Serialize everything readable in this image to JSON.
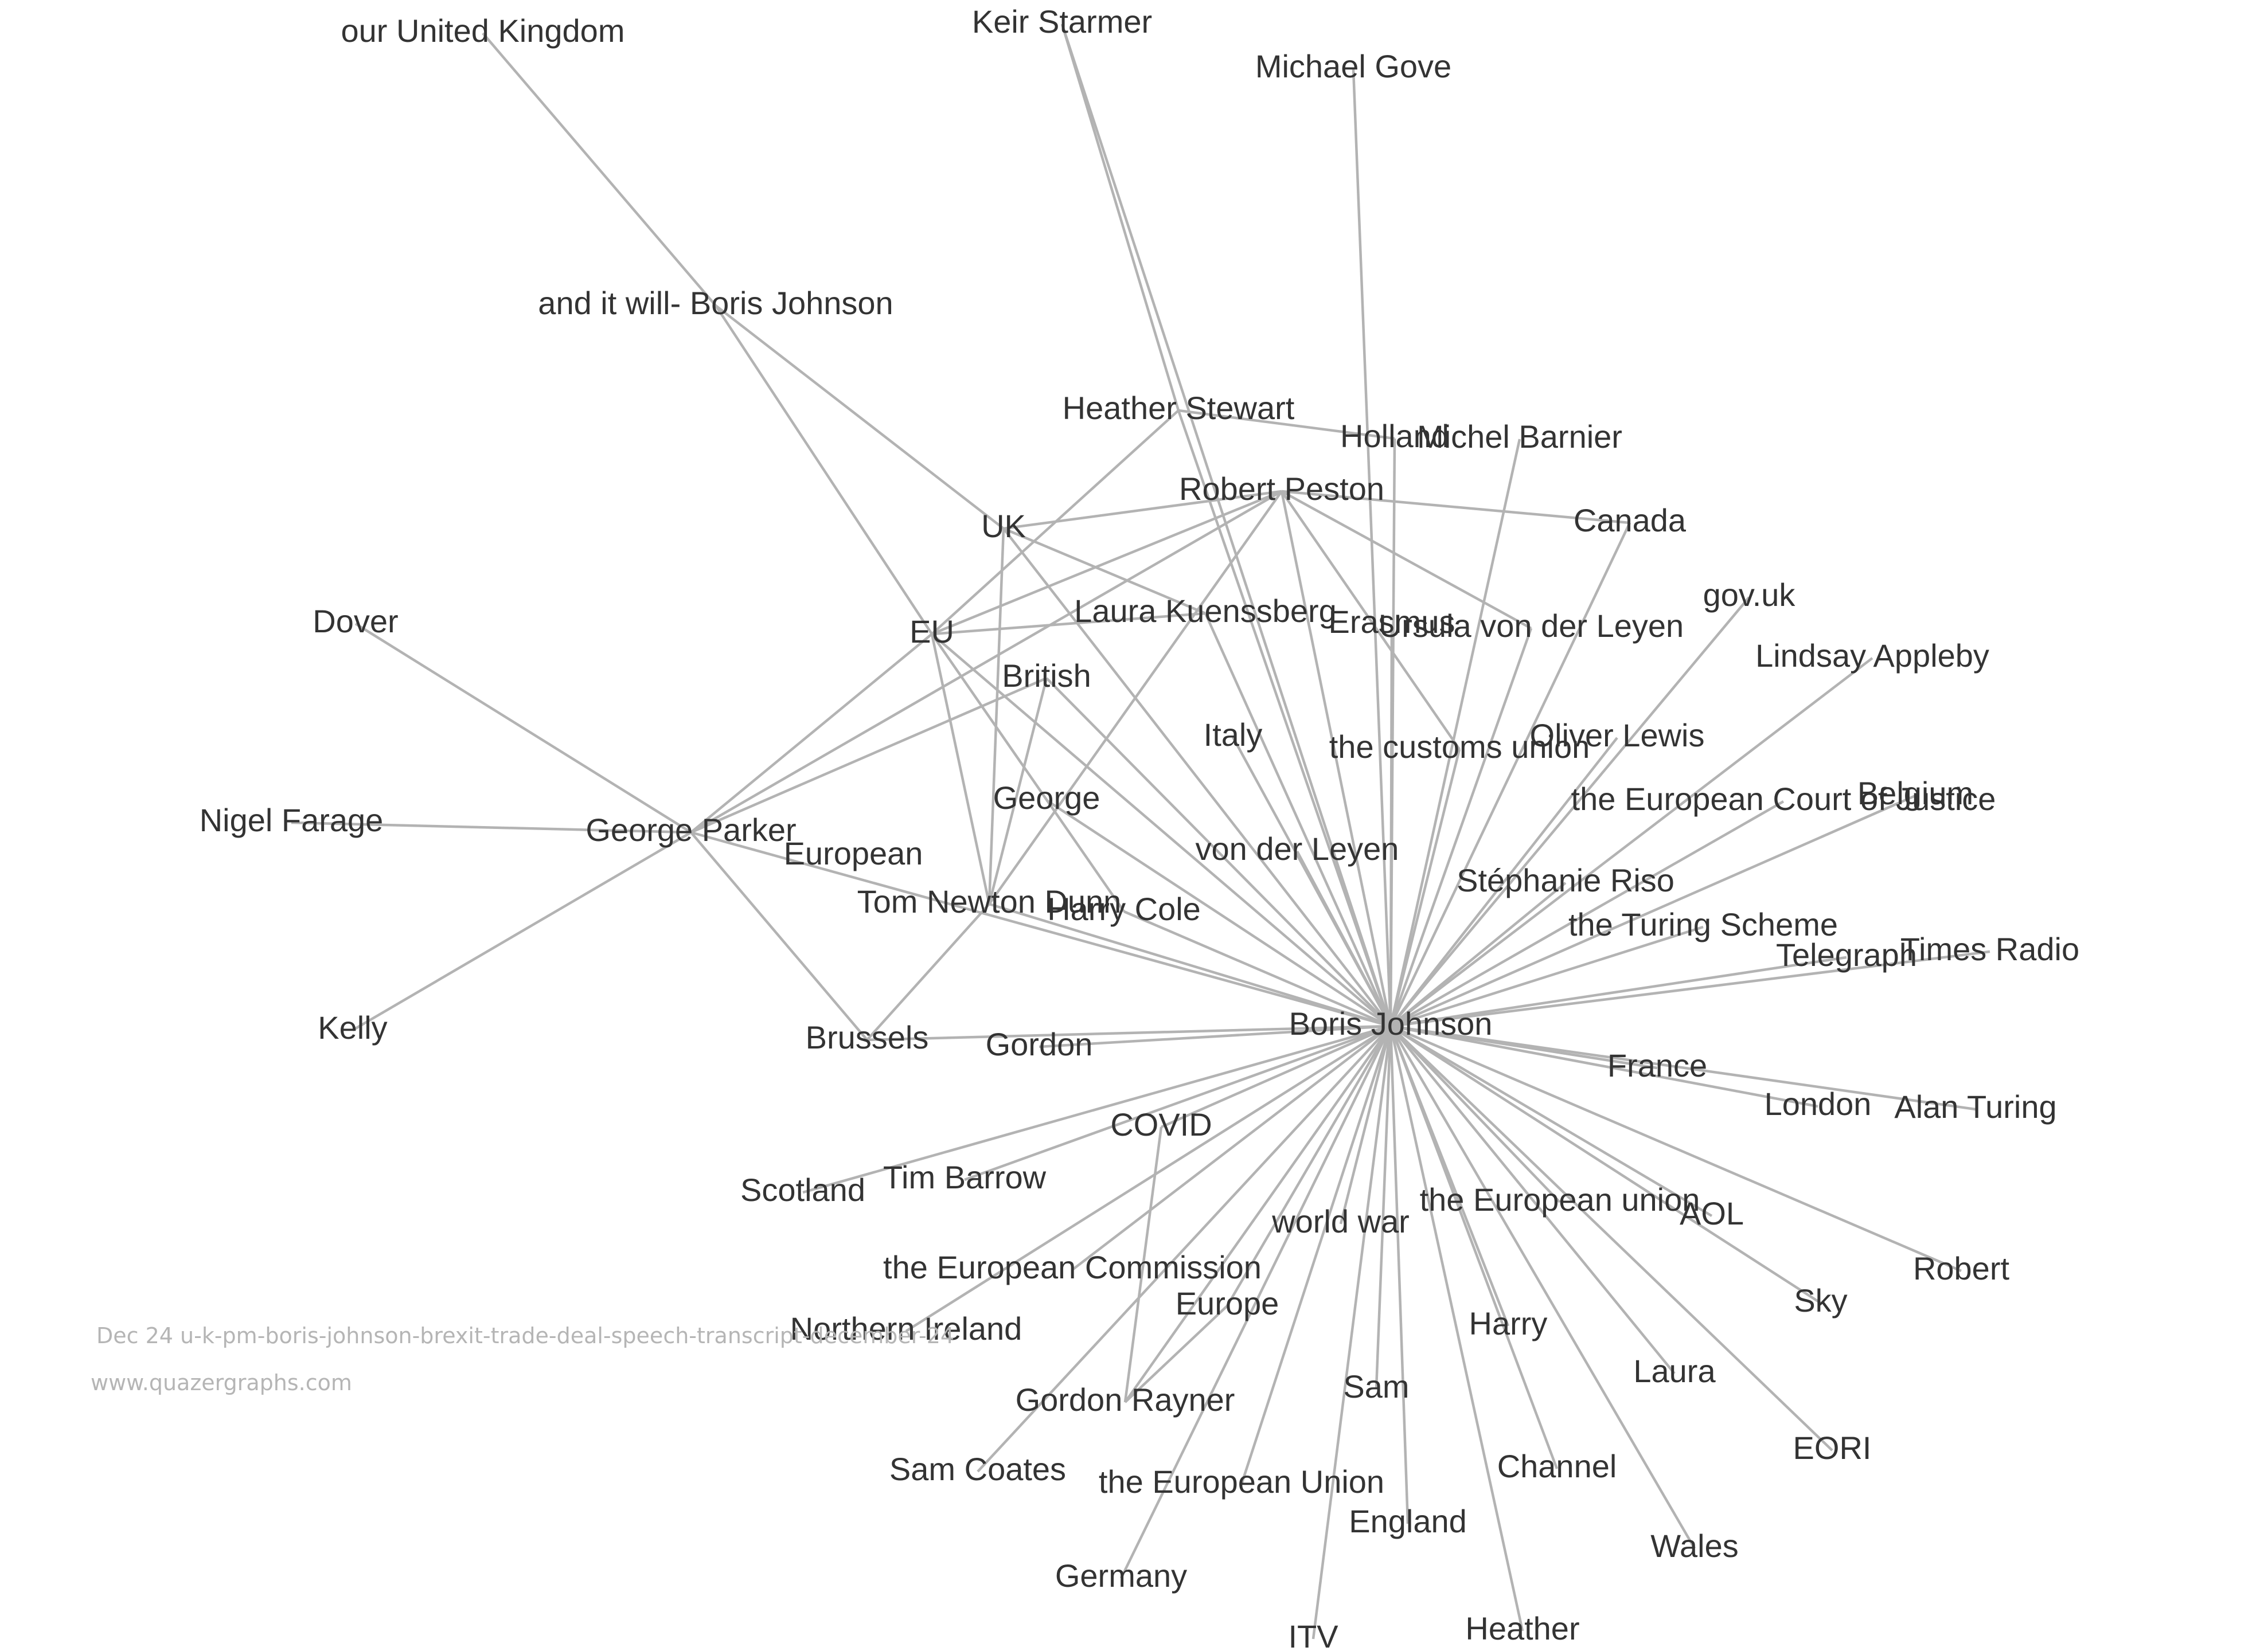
{
  "caption": {
    "title": "Dec 24 u-k-pm-boris-johnson-brexit-trade-deal-speech-transcript-december-24",
    "site": "www.quazergraphs.com"
  },
  "nodes": [
    {
      "id": "boris",
      "label": "Boris Johnson"
    },
    {
      "id": "our_uk",
      "label": "our United Kingdom"
    },
    {
      "id": "keir",
      "label": "Keir Starmer"
    },
    {
      "id": "gove",
      "label": "Michael Gove"
    },
    {
      "id": "it_will",
      "label": "and it will- Boris Johnson"
    },
    {
      "id": "heather_stewart",
      "label": "Heather Stewart"
    },
    {
      "id": "holland",
      "label": "Holland"
    },
    {
      "id": "barnier",
      "label": "Michel Barnier"
    },
    {
      "id": "peston",
      "label": "Robert Peston"
    },
    {
      "id": "canada",
      "label": "Canada"
    },
    {
      "id": "uk",
      "label": "UK"
    },
    {
      "id": "govuk",
      "label": "gov.uk"
    },
    {
      "id": "dover",
      "label": "Dover"
    },
    {
      "id": "eu",
      "label": "EU"
    },
    {
      "id": "laura_k",
      "label": "Laura Kuenssberg"
    },
    {
      "id": "erasmus",
      "label": "Erasmus"
    },
    {
      "id": "ursula",
      "label": "Ursula von der Leyen"
    },
    {
      "id": "appleby",
      "label": "Lindsay Appleby"
    },
    {
      "id": "british",
      "label": "British"
    },
    {
      "id": "italy",
      "label": "Italy"
    },
    {
      "id": "customs",
      "label": "the customs union"
    },
    {
      "id": "oliver",
      "label": "Oliver Lewis"
    },
    {
      "id": "george",
      "label": "George"
    },
    {
      "id": "ecj",
      "label": "the European Court of Justice"
    },
    {
      "id": "belgium",
      "label": "Belgium"
    },
    {
      "id": "farage",
      "label": "Nigel Farage"
    },
    {
      "id": "parker",
      "label": "George Parker"
    },
    {
      "id": "vdl",
      "label": "von der Leyen"
    },
    {
      "id": "european",
      "label": "European"
    },
    {
      "id": "riso",
      "label": "Stéphanie Riso"
    },
    {
      "id": "tnd",
      "label": "Tom Newton Dunn"
    },
    {
      "id": "harry_cole",
      "label": "Harry Cole"
    },
    {
      "id": "turing_scheme",
      "label": "the Turing Scheme"
    },
    {
      "id": "telegraph",
      "label": "Telegraph"
    },
    {
      "id": "times_radio",
      "label": "Times Radio"
    },
    {
      "id": "kelly",
      "label": "Kelly"
    },
    {
      "id": "brussels",
      "label": "Brussels"
    },
    {
      "id": "gordon",
      "label": "Gordon"
    },
    {
      "id": "france",
      "label": "France"
    },
    {
      "id": "london",
      "label": "London"
    },
    {
      "id": "alan_turing",
      "label": "Alan Turing"
    },
    {
      "id": "covid",
      "label": "COVID"
    },
    {
      "id": "tim_barrow",
      "label": "Tim Barrow"
    },
    {
      "id": "scotland",
      "label": "Scotland"
    },
    {
      "id": "eu_lower",
      "label": "the European union"
    },
    {
      "id": "aol",
      "label": "AOL"
    },
    {
      "id": "world_war",
      "label": "world war"
    },
    {
      "id": "robert",
      "label": "Robert"
    },
    {
      "id": "commission",
      "label": "the European Commission"
    },
    {
      "id": "europe",
      "label": "Europe"
    },
    {
      "id": "sky",
      "label": "Sky"
    },
    {
      "id": "ni",
      "label": "Northern Ireland"
    },
    {
      "id": "harry",
      "label": "Harry"
    },
    {
      "id": "laura",
      "label": "Laura"
    },
    {
      "id": "rayner",
      "label": "Gordon Rayner"
    },
    {
      "id": "sam",
      "label": "Sam"
    },
    {
      "id": "eori",
      "label": "EORI"
    },
    {
      "id": "sam_coates",
      "label": "Sam Coates"
    },
    {
      "id": "channel",
      "label": "Channel"
    },
    {
      "id": "eu_upper",
      "label": "the European Union"
    },
    {
      "id": "england",
      "label": "England"
    },
    {
      "id": "wales",
      "label": "Wales"
    },
    {
      "id": "germany",
      "label": "Germany"
    },
    {
      "id": "itv",
      "label": "ITV"
    },
    {
      "id": "heather",
      "label": "Heather"
    }
  ],
  "edges": [
    [
      "boris",
      "keir"
    ],
    [
      "boris",
      "gove"
    ],
    [
      "boris",
      "heather_stewart"
    ],
    [
      "boris",
      "holland"
    ],
    [
      "boris",
      "barnier"
    ],
    [
      "boris",
      "peston"
    ],
    [
      "boris",
      "canada"
    ],
    [
      "boris",
      "uk"
    ],
    [
      "boris",
      "govuk"
    ],
    [
      "boris",
      "eu"
    ],
    [
      "boris",
      "erasmus"
    ],
    [
      "boris",
      "ursula"
    ],
    [
      "boris",
      "appleby"
    ],
    [
      "boris",
      "british"
    ],
    [
      "boris",
      "italy"
    ],
    [
      "boris",
      "customs"
    ],
    [
      "boris",
      "oliver"
    ],
    [
      "boris",
      "george"
    ],
    [
      "boris",
      "ecj"
    ],
    [
      "boris",
      "belgium"
    ],
    [
      "boris",
      "parker"
    ],
    [
      "boris",
      "vdl"
    ],
    [
      "boris",
      "riso"
    ],
    [
      "boris",
      "tnd"
    ],
    [
      "boris",
      "turing_scheme"
    ],
    [
      "boris",
      "telegraph"
    ],
    [
      "boris",
      "times_radio"
    ],
    [
      "boris",
      "brussels"
    ],
    [
      "boris",
      "gordon"
    ],
    [
      "boris",
      "france"
    ],
    [
      "boris",
      "london"
    ],
    [
      "boris",
      "alan_turing"
    ],
    [
      "boris",
      "covid"
    ],
    [
      "boris",
      "tim_barrow"
    ],
    [
      "boris",
      "scotland"
    ],
    [
      "boris",
      "eu_lower"
    ],
    [
      "boris",
      "aol"
    ],
    [
      "boris",
      "world_war"
    ],
    [
      "boris",
      "robert"
    ],
    [
      "boris",
      "commission"
    ],
    [
      "boris",
      "europe"
    ],
    [
      "boris",
      "sky"
    ],
    [
      "boris",
      "ni"
    ],
    [
      "boris",
      "harry"
    ],
    [
      "boris",
      "laura"
    ],
    [
      "boris",
      "rayner"
    ],
    [
      "boris",
      "sam"
    ],
    [
      "boris",
      "eori"
    ],
    [
      "boris",
      "sam_coates"
    ],
    [
      "boris",
      "channel"
    ],
    [
      "boris",
      "eu_upper"
    ],
    [
      "boris",
      "england"
    ],
    [
      "boris",
      "wales"
    ],
    [
      "boris",
      "germany"
    ],
    [
      "boris",
      "itv"
    ],
    [
      "boris",
      "heather"
    ],
    [
      "boris",
      "harry_cole"
    ],
    [
      "boris",
      "laura_k"
    ],
    [
      "our_uk",
      "it_will"
    ],
    [
      "it_will",
      "uk"
    ],
    [
      "it_will",
      "eu"
    ],
    [
      "heather_stewart",
      "holland"
    ],
    [
      "heather_stewart",
      "eu"
    ],
    [
      "heather_stewart",
      "keir"
    ],
    [
      "peston",
      "uk"
    ],
    [
      "peston",
      "eu"
    ],
    [
      "peston",
      "canada"
    ],
    [
      "peston",
      "parker"
    ],
    [
      "peston",
      "tnd"
    ],
    [
      "peston",
      "ursula"
    ],
    [
      "peston",
      "customs"
    ],
    [
      "uk",
      "laura_k"
    ],
    [
      "uk",
      "tnd"
    ],
    [
      "eu",
      "laura_k"
    ],
    [
      "eu",
      "parker"
    ],
    [
      "eu",
      "tnd"
    ],
    [
      "eu",
      "harry_cole"
    ],
    [
      "parker",
      "dover"
    ],
    [
      "parker",
      "farage"
    ],
    [
      "parker",
      "kelly"
    ],
    [
      "parker",
      "brussels"
    ],
    [
      "parker",
      "british"
    ],
    [
      "british",
      "tnd"
    ],
    [
      "tnd",
      "brussels"
    ],
    [
      "covid",
      "rayner"
    ],
    [
      "europe",
      "rayner"
    ]
  ]
}
